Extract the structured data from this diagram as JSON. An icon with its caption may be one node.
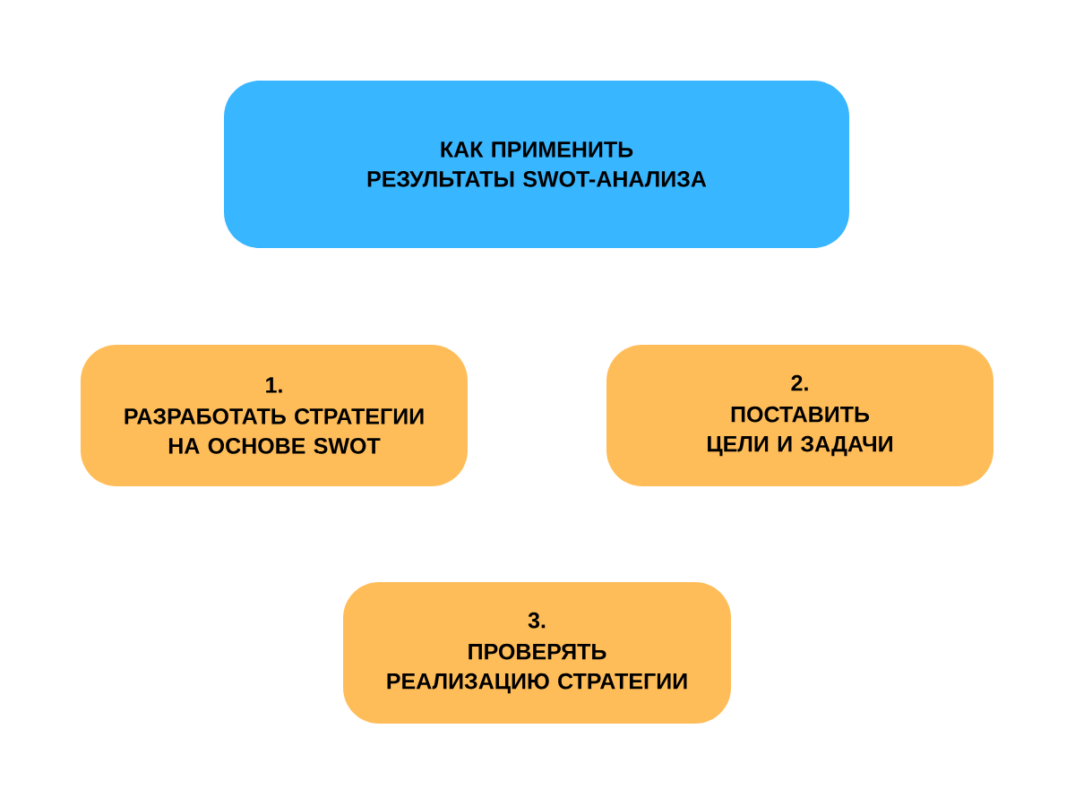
{
  "diagram": {
    "nodes": [
      {
        "text": [
          "КАК ПРИМЕНИТЬ РЕЗУЛЬТАТЫ SWOT-АНАЛИЗА"
        ]
      },
      {
        "text": [
          "1.",
          "РАЗРАБОТАТЬ СТРАТЕГИИ НА ОСНОВЕ SWOT"
        ]
      },
      {
        "text": [
          "2.",
          "ПОСТАВИТЬ ЦЕЛИ И ЗАДАЧИ"
        ]
      },
      {
        "text": [
          "3.",
          "ПРОВЕРЯТЬ РЕАЛИЗАЦИЮ СТРАТЕГИИ"
        ]
      }
    ]
  }
}
